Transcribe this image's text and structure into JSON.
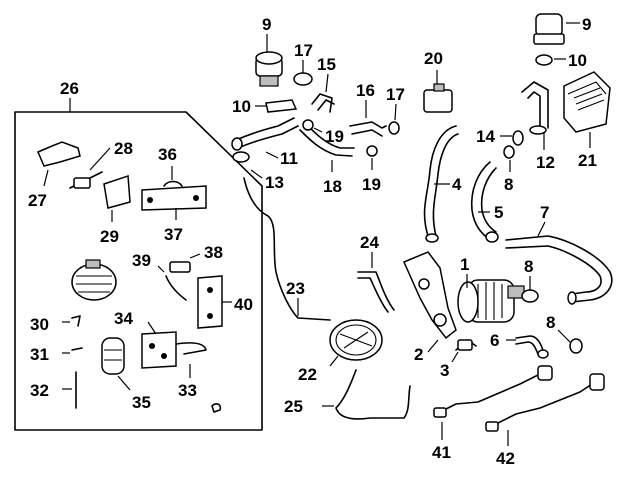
{
  "callouts": [
    "9",
    "17",
    "15",
    "10",
    "11",
    "13",
    "18",
    "19",
    "16",
    "17",
    "19",
    "20",
    "9",
    "10",
    "14",
    "8",
    "12",
    "21",
    "26",
    "28",
    "36",
    "27",
    "29",
    "37",
    "39",
    "38",
    "40",
    "30",
    "34",
    "31",
    "32",
    "35",
    "33",
    "24",
    "23",
    "22",
    "25",
    "4",
    "5",
    "7",
    "1",
    "8",
    "8",
    "2",
    "3",
    "6",
    "41",
    "42"
  ]
}
